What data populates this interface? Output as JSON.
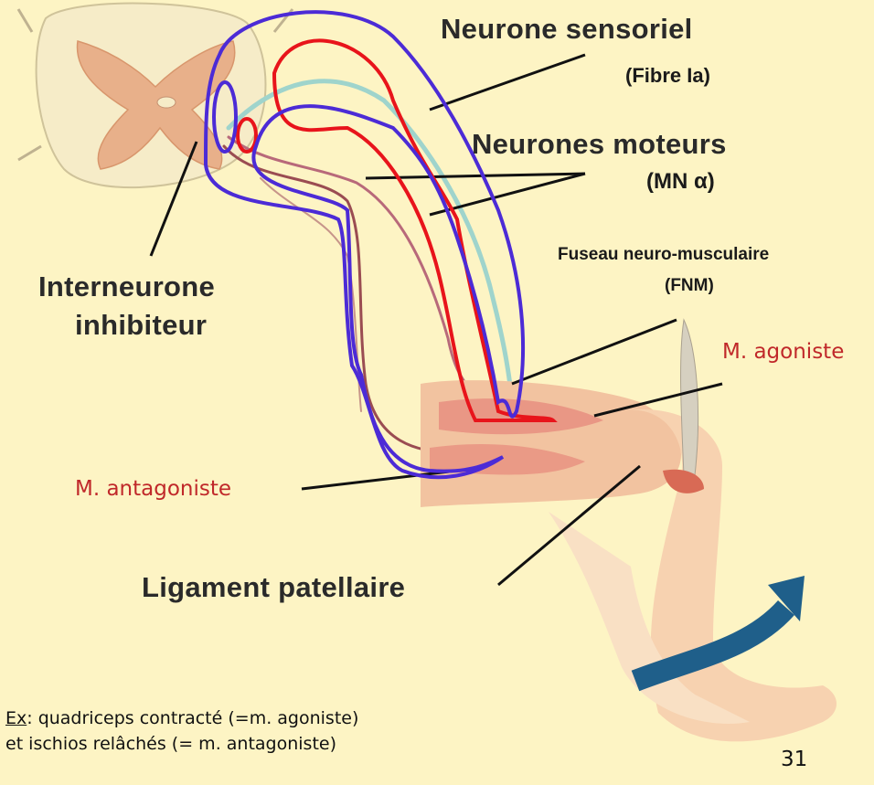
{
  "labels": {
    "sensory_neuron": "Neurone sensoriel",
    "fiber_type": "(Fibre Ia)",
    "motor_neurons": "Neurones moteurs",
    "motor_neuron_type": "(MN α)",
    "spindle": "Fuseau neuro-musculaire",
    "spindle_abbr": "(FNM)",
    "interneuron_line1": "Interneurone",
    "interneuron_line2": "inhibiteur",
    "agonist": "M. agoniste",
    "antagonist": "M. antagoniste",
    "ligament": "Ligament patellaire"
  },
  "note": {
    "ex_label": "Ex",
    "line1_rest": ": quadriceps contracté (=m. agoniste)",
    "line2": "et ischios relâchés (= m. antagoniste)"
  },
  "page_number": "31",
  "colors": {
    "background": "#fdf4c4",
    "annotation_red": "#e8141b",
    "annotation_blue": "#4c2bd6",
    "text_red": "#c0282a",
    "arrow": "#1f5f8a"
  }
}
